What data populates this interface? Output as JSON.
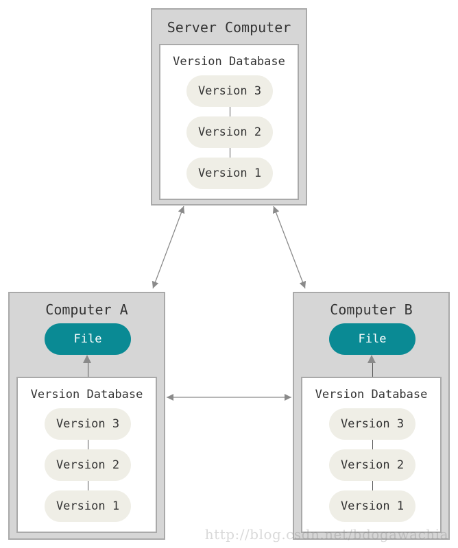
{
  "server": {
    "title": "Server Computer",
    "database_title": "Version Database",
    "versions": [
      "Version 3",
      "Version 2",
      "Version 1"
    ]
  },
  "computer_a": {
    "title": "Computer A",
    "file_label": "File",
    "database_title": "Version Database",
    "versions": [
      "Version 3",
      "Version 2",
      "Version 1"
    ]
  },
  "computer_b": {
    "title": "Computer B",
    "file_label": "File",
    "database_title": "Version Database",
    "versions": [
      "Version 3",
      "Version 2",
      "Version 1"
    ]
  },
  "colors": {
    "computer_fill": "#d6d6d6",
    "computer_border": "#a9a9a9",
    "version_fill": "#efeee6",
    "file_fill": "#0a8a94",
    "arrow": "#8a8a8a"
  },
  "watermark": "http://blog.csdn.net/bdogawachia"
}
